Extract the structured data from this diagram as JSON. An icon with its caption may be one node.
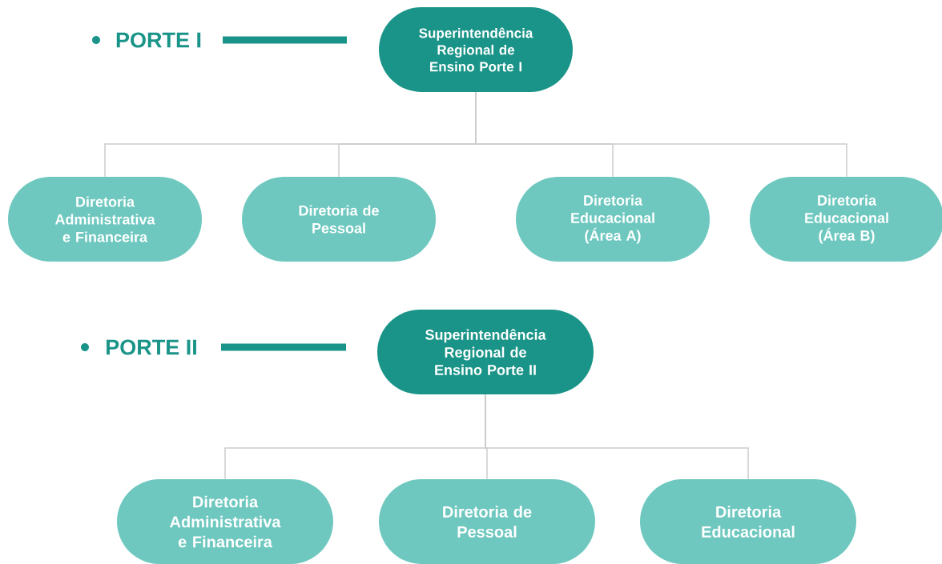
{
  "diagram": {
    "nodes": [
      {
        "text": [
          "Superintendência Regional de Ensino Porte I"
        ]
      },
      {
        "text": [
          "Diretoria Administrativa e Financeira"
        ]
      },
      {
        "text": [
          "Diretoria de Pessoal"
        ]
      },
      {
        "text": [
          "Diretoria Educacional (Área A)"
        ]
      },
      {
        "text": [
          "Diretoria Educacional (Área B)"
        ]
      },
      {
        "text": [
          "Superintendência Regional de Ensino Porte II"
        ]
      },
      {
        "text": [
          "Diretoria Administrativa e Financeira"
        ]
      },
      {
        "text": [
          "Diretoria de Pessoal"
        ]
      },
      {
        "text": [
          "Diretoria Educacional"
        ]
      }
    ],
    "edges": [
      {
        "from": 0,
        "to": 1,
        "arrow": "none"
      },
      {
        "from": 0,
        "to": 2,
        "arrow": "none"
      },
      {
        "from": 0,
        "to": 3,
        "arrow": "none"
      },
      {
        "from": 0,
        "to": 4,
        "arrow": "none"
      },
      {
        "from": 5,
        "to": 6,
        "arrow": "none"
      },
      {
        "from": 5,
        "to": 7,
        "arrow": "none"
      },
      {
        "from": 5,
        "to": 8,
        "arrow": "none"
      }
    ],
    "labels": [
      "PORTE I",
      "PORTE II"
    ]
  }
}
